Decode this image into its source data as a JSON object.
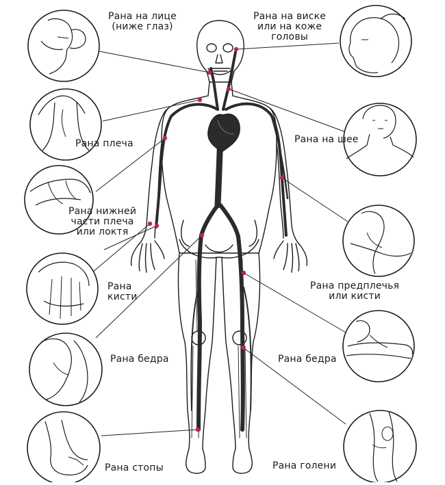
{
  "labels": {
    "face": [
      "Рана на лице",
      "(ниже глаз)"
    ],
    "temple": [
      "Рана на виске",
      "или на коже",
      "головы"
    ],
    "shoulder": [
      "Рана плеча"
    ],
    "neck": [
      "Рана на шее"
    ],
    "upper_arm": [
      "Рана нижней",
      "части плеча",
      "или локтя"
    ],
    "forearm": [
      "Рана предплечья",
      "или кисти"
    ],
    "hand": [
      "Рана",
      "кисти"
    ],
    "thigh_left": [
      "Рана бедра"
    ],
    "thigh_right": [
      "Рана бедра"
    ],
    "foot": [
      "Рана стопы"
    ],
    "shin": [
      "Рана голени"
    ]
  },
  "colors": {
    "ink": "#1a1a1a",
    "vessel": "#2b2b2b",
    "point": "#c0254a",
    "leader": "#222222"
  }
}
